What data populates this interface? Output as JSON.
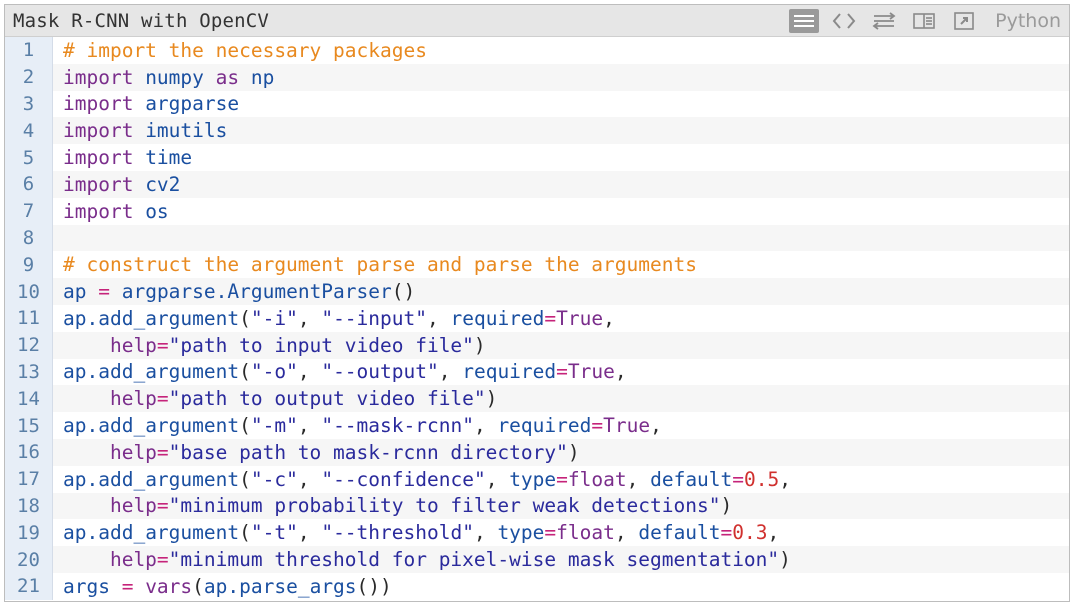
{
  "toolbar": {
    "title": "Mask R-CNN with OpenCV",
    "language": "Python",
    "tools": [
      "view-plain-icon",
      "code-icon",
      "wrap-icon",
      "copy-icon",
      "popup-icon"
    ]
  },
  "code": {
    "lines": [
      {
        "num": "1",
        "tokens": [
          {
            "t": "# import the necessary packages",
            "c": "c"
          }
        ]
      },
      {
        "num": "2",
        "tokens": [
          {
            "t": "import",
            "c": "k"
          },
          {
            "t": " numpy ",
            "c": "n"
          },
          {
            "t": "as",
            "c": "k"
          },
          {
            "t": " np",
            "c": "n"
          }
        ]
      },
      {
        "num": "3",
        "tokens": [
          {
            "t": "import",
            "c": "k"
          },
          {
            "t": " argparse",
            "c": "n"
          }
        ]
      },
      {
        "num": "4",
        "tokens": [
          {
            "t": "import",
            "c": "k"
          },
          {
            "t": " imutils",
            "c": "n"
          }
        ]
      },
      {
        "num": "5",
        "tokens": [
          {
            "t": "import",
            "c": "k"
          },
          {
            "t": " time",
            "c": "n"
          }
        ]
      },
      {
        "num": "6",
        "tokens": [
          {
            "t": "import",
            "c": "k"
          },
          {
            "t": " cv2",
            "c": "n"
          }
        ]
      },
      {
        "num": "7",
        "tokens": [
          {
            "t": "import",
            "c": "k"
          },
          {
            "t": " os",
            "c": "n"
          }
        ]
      },
      {
        "num": "8",
        "tokens": []
      },
      {
        "num": "9",
        "tokens": [
          {
            "t": "# construct the argument parse and parse the arguments",
            "c": "c"
          }
        ]
      },
      {
        "num": "10",
        "tokens": [
          {
            "t": "ap ",
            "c": "n"
          },
          {
            "t": "=",
            "c": "kw"
          },
          {
            "t": " argparse.",
            "c": "n"
          },
          {
            "t": "ArgumentParser",
            "c": "n"
          },
          {
            "t": "()",
            "c": "p"
          }
        ]
      },
      {
        "num": "11",
        "tokens": [
          {
            "t": "ap.",
            "c": "n"
          },
          {
            "t": "add_argument",
            "c": "n"
          },
          {
            "t": "(",
            "c": "p"
          },
          {
            "t": "\"-i\"",
            "c": "s"
          },
          {
            "t": ", ",
            "c": "p"
          },
          {
            "t": "\"--input\"",
            "c": "s"
          },
          {
            "t": ", ",
            "c": "p"
          },
          {
            "t": "required",
            "c": "n"
          },
          {
            "t": "=",
            "c": "kw"
          },
          {
            "t": "True",
            "c": "k"
          },
          {
            "t": ",",
            "c": "p"
          }
        ]
      },
      {
        "num": "12",
        "tokens": [
          {
            "t": "    help",
            "c": "k"
          },
          {
            "t": "=",
            "c": "kw"
          },
          {
            "t": "\"path to input video file\"",
            "c": "s"
          },
          {
            "t": ")",
            "c": "p"
          }
        ]
      },
      {
        "num": "13",
        "tokens": [
          {
            "t": "ap.",
            "c": "n"
          },
          {
            "t": "add_argument",
            "c": "n"
          },
          {
            "t": "(",
            "c": "p"
          },
          {
            "t": "\"-o\"",
            "c": "s"
          },
          {
            "t": ", ",
            "c": "p"
          },
          {
            "t": "\"--output\"",
            "c": "s"
          },
          {
            "t": ", ",
            "c": "p"
          },
          {
            "t": "required",
            "c": "n"
          },
          {
            "t": "=",
            "c": "kw"
          },
          {
            "t": "True",
            "c": "k"
          },
          {
            "t": ",",
            "c": "p"
          }
        ]
      },
      {
        "num": "14",
        "tokens": [
          {
            "t": "    help",
            "c": "k"
          },
          {
            "t": "=",
            "c": "kw"
          },
          {
            "t": "\"path to output video file\"",
            "c": "s"
          },
          {
            "t": ")",
            "c": "p"
          }
        ]
      },
      {
        "num": "15",
        "tokens": [
          {
            "t": "ap.",
            "c": "n"
          },
          {
            "t": "add_argument",
            "c": "n"
          },
          {
            "t": "(",
            "c": "p"
          },
          {
            "t": "\"-m\"",
            "c": "s"
          },
          {
            "t": ", ",
            "c": "p"
          },
          {
            "t": "\"--mask-rcnn\"",
            "c": "s"
          },
          {
            "t": ", ",
            "c": "p"
          },
          {
            "t": "required",
            "c": "n"
          },
          {
            "t": "=",
            "c": "kw"
          },
          {
            "t": "True",
            "c": "k"
          },
          {
            "t": ",",
            "c": "p"
          }
        ]
      },
      {
        "num": "16",
        "tokens": [
          {
            "t": "    help",
            "c": "k"
          },
          {
            "t": "=",
            "c": "kw"
          },
          {
            "t": "\"base path to mask-rcnn directory\"",
            "c": "s"
          },
          {
            "t": ")",
            "c": "p"
          }
        ]
      },
      {
        "num": "17",
        "tokens": [
          {
            "t": "ap.",
            "c": "n"
          },
          {
            "t": "add_argument",
            "c": "n"
          },
          {
            "t": "(",
            "c": "p"
          },
          {
            "t": "\"-c\"",
            "c": "s"
          },
          {
            "t": ", ",
            "c": "p"
          },
          {
            "t": "\"--confidence\"",
            "c": "s"
          },
          {
            "t": ", ",
            "c": "p"
          },
          {
            "t": "type",
            "c": "n"
          },
          {
            "t": "=",
            "c": "kw"
          },
          {
            "t": "float",
            "c": "k"
          },
          {
            "t": ", ",
            "c": "p"
          },
          {
            "t": "default",
            "c": "n"
          },
          {
            "t": "=",
            "c": "kw"
          },
          {
            "t": "0.5",
            "c": "num"
          },
          {
            "t": ",",
            "c": "p"
          }
        ]
      },
      {
        "num": "18",
        "tokens": [
          {
            "t": "    help",
            "c": "k"
          },
          {
            "t": "=",
            "c": "kw"
          },
          {
            "t": "\"minimum probability to filter weak detections\"",
            "c": "s"
          },
          {
            "t": ")",
            "c": "p"
          }
        ]
      },
      {
        "num": "19",
        "tokens": [
          {
            "t": "ap.",
            "c": "n"
          },
          {
            "t": "add_argument",
            "c": "n"
          },
          {
            "t": "(",
            "c": "p"
          },
          {
            "t": "\"-t\"",
            "c": "s"
          },
          {
            "t": ", ",
            "c": "p"
          },
          {
            "t": "\"--threshold\"",
            "c": "s"
          },
          {
            "t": ", ",
            "c": "p"
          },
          {
            "t": "type",
            "c": "n"
          },
          {
            "t": "=",
            "c": "kw"
          },
          {
            "t": "float",
            "c": "k"
          },
          {
            "t": ", ",
            "c": "p"
          },
          {
            "t": "default",
            "c": "n"
          },
          {
            "t": "=",
            "c": "kw"
          },
          {
            "t": "0.3",
            "c": "num"
          },
          {
            "t": ",",
            "c": "p"
          }
        ]
      },
      {
        "num": "20",
        "tokens": [
          {
            "t": "    help",
            "c": "k"
          },
          {
            "t": "=",
            "c": "kw"
          },
          {
            "t": "\"minimum threshold for pixel-wise mask segmentation\"",
            "c": "s"
          },
          {
            "t": ")",
            "c": "p"
          }
        ]
      },
      {
        "num": "21",
        "tokens": [
          {
            "t": "args ",
            "c": "n"
          },
          {
            "t": "=",
            "c": "kw"
          },
          {
            "t": " vars",
            "c": "k"
          },
          {
            "t": "(",
            "c": "p"
          },
          {
            "t": "ap.",
            "c": "n"
          },
          {
            "t": "parse_args",
            "c": "n"
          },
          {
            "t": "())",
            "c": "p"
          }
        ]
      }
    ]
  }
}
